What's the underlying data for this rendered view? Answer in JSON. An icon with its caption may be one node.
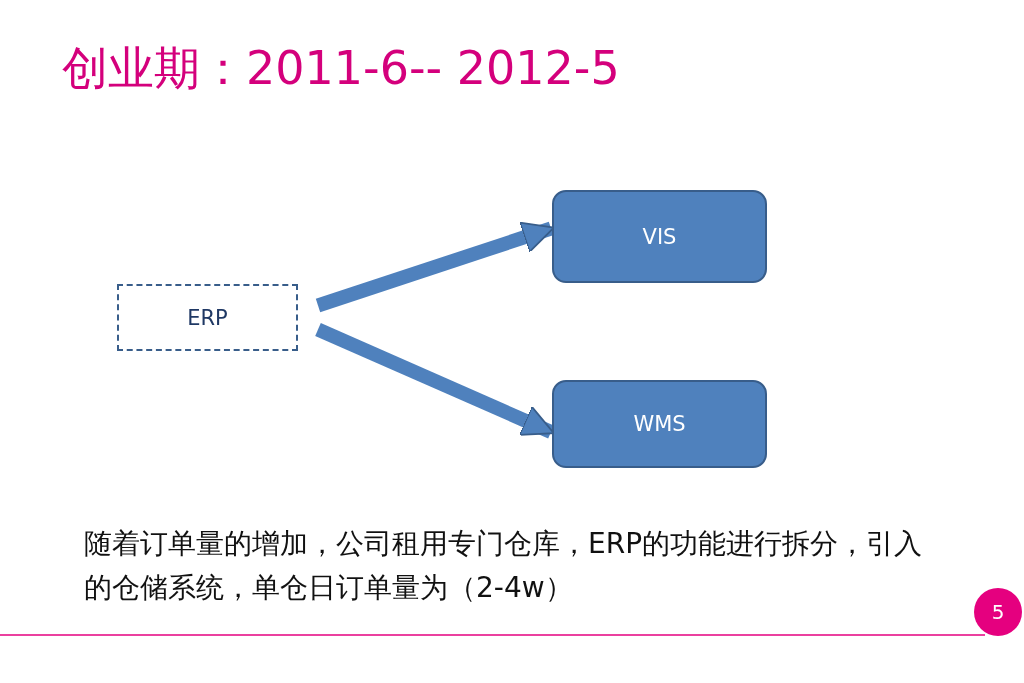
{
  "diagram": {
    "title": "创业期：2011-6-- 2012-5",
    "nodes": [
      {
        "text": [
          "ERP"
        ]
      },
      {
        "text": [
          "VIS"
        ]
      },
      {
        "text": [
          "WMS"
        ]
      }
    ],
    "edges": [
      {
        "from": 0,
        "to": 1,
        "arrow": "to"
      },
      {
        "from": 0,
        "to": 2,
        "arrow": "to"
      }
    ],
    "caption": "随着订单量的增加，公司租用专门仓库，ERP的功能进行拆分，引入的仓储系统，单仓日订单量为（2-4w）",
    "labels": [
      "5"
    ]
  }
}
